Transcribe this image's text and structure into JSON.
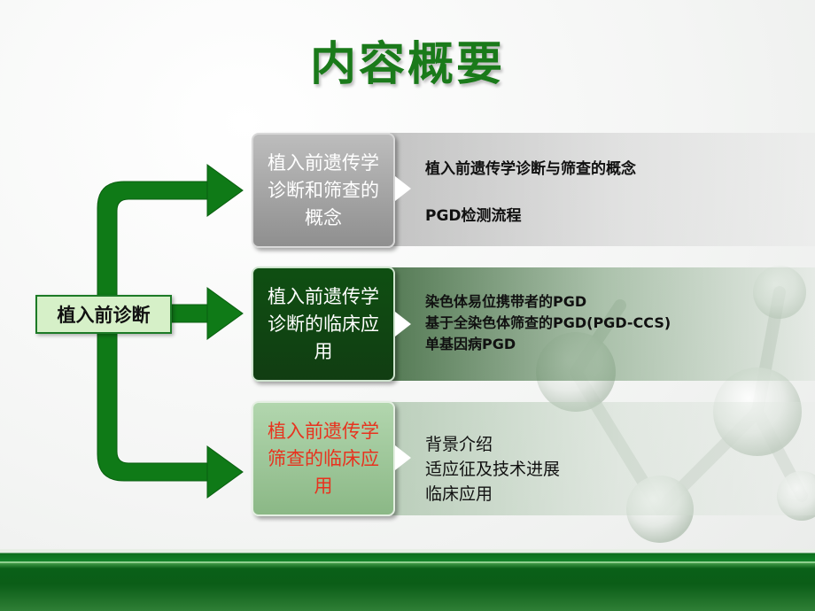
{
  "slide": {
    "title": "内容概要",
    "root": "植入前诊断",
    "colors": {
      "title": "#1a7a1a",
      "arrow": "#0f7a17",
      "highlight_text": "#e8321e"
    },
    "sections": [
      {
        "label": "植入前遗传学诊断和筛查的概念",
        "items": [
          "植入前遗传学诊断与筛查的概念",
          "PGD检测流程"
        ]
      },
      {
        "label": "植入前遗传学诊断的临床应用",
        "items": [
          "染色体易位携带者的PGD",
          "基于全染色体筛查的PGD(PGD-CCS)",
          "单基因病PGD"
        ]
      },
      {
        "label": "植入前遗传学筛查的临床应用",
        "items": [
          "背景介绍",
          "适应征及技术进展",
          "临床应用"
        ]
      }
    ]
  }
}
